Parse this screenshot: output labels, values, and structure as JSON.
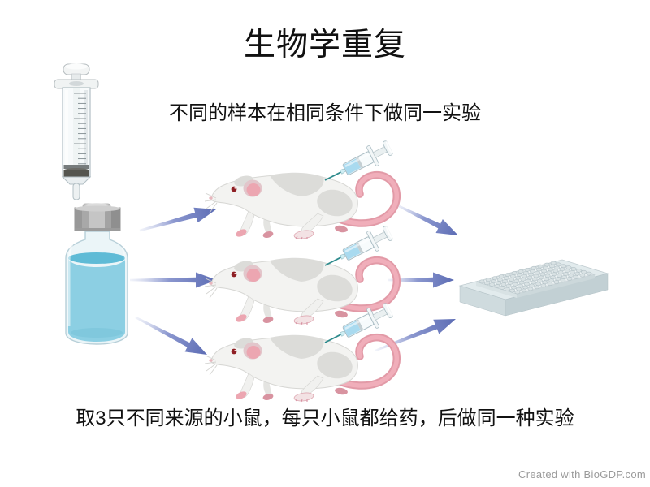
{
  "title": "生物学重复",
  "subtitle": "不同的样本在相同条件下做同一实验",
  "caption": "取3只不同来源的小鼠，每只小鼠都给药，后做同一种实验",
  "watermark": "Created with BioGDP.com",
  "icons": {
    "syringe": "large-syringe-icon",
    "vial": "drug-vial-icon",
    "mouse": "lab-mouse-with-injection-icon",
    "plate": "96-well-plate-icon",
    "arrow": "flow-arrow-icon"
  },
  "counts": {
    "mice": 3,
    "arrows_to_mice": 3,
    "arrows_to_plate": 3,
    "plate_well_rows": 8,
    "plate_well_cols": 12
  },
  "colors": {
    "background": "#ffffff",
    "text": "#111111",
    "watermark": "#9a9a9a",
    "arrow_head": "#5c6cb4",
    "arrow_mid": "#8b97cf",
    "arrow_tail": "#e4e8f5",
    "liquid_blue": "#8ccfe3",
    "liquid_surface": "#5fbbd6",
    "syringe_liquid": "#a9daef",
    "needle_teal": "#2e8b8d",
    "glass": "#ebf5f8",
    "cap_gray": "#b1b1b1",
    "mouse_body": "#f3f3f1",
    "mouse_patch": "#dcdcd9",
    "mouse_pink": "#eca6b1",
    "mouse_eye": "#8e1f24",
    "plate_top": "#eef3f4",
    "plate_front": "#cfdbde",
    "plate_side": "#c2d0d4"
  }
}
